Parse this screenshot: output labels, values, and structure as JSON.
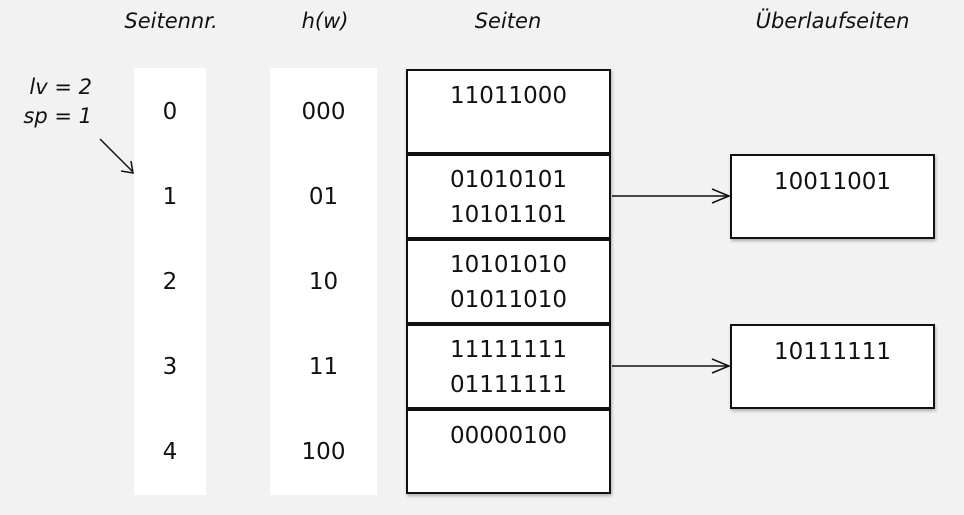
{
  "headers": {
    "page_number": "Seitennr.",
    "hash": "h(w)",
    "pages": "Seiten",
    "overflow_pages": "Überlaufseiten"
  },
  "state": {
    "lv": "lv = 2",
    "sp": "sp = 1"
  },
  "rows": [
    {
      "number": "0",
      "hash": "000",
      "entries": [
        "11011000"
      ]
    },
    {
      "number": "1",
      "hash": "01",
      "entries": [
        "01010101",
        "10101101"
      ]
    },
    {
      "number": "2",
      "hash": "10",
      "entries": [
        "10101010",
        "01011010"
      ]
    },
    {
      "number": "3",
      "hash": "11",
      "entries": [
        "11111111",
        "01111111"
      ]
    },
    {
      "number": "4",
      "hash": "100",
      "entries": [
        "00000100"
      ]
    }
  ],
  "overflow": [
    {
      "row": 1,
      "entries": [
        "10011001"
      ]
    },
    {
      "row": 3,
      "entries": [
        "10111111"
      ]
    }
  ]
}
